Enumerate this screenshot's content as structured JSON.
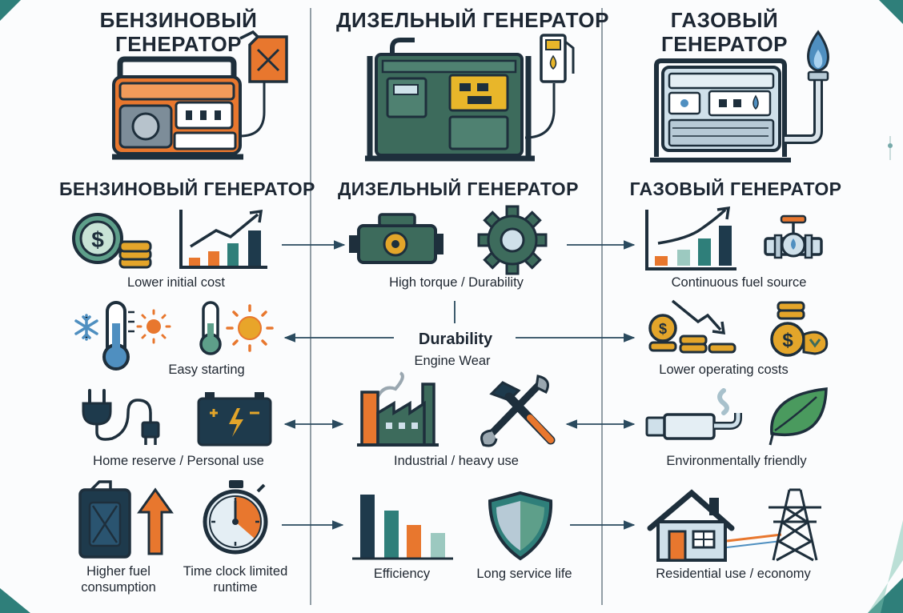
{
  "columns": {
    "petrol": {
      "header": "БЕНЗИНОВЫЙ ГЕНЕРАТОР",
      "header_line1": "БЕНЗИНОВЫЙ",
      "header_line2": "ГЕНЕРАТОР",
      "subheader": "БЕНЗИНОВЫЙ ГЕНЕРАТОР",
      "features": {
        "initial_cost": "Lower initial cost",
        "starting": "Easy starting",
        "home_use": "Home reserve / Personal use",
        "fuel_consumption": "Higher fuel consumption",
        "runtime": "Time clock limited runtime"
      }
    },
    "diesel": {
      "header": "ДИЗЕЛЬНЫЙ ГЕНЕРАТОР",
      "subheader": "ДИЗЕЛЬНЫЙ ГЕНЕРАТОР",
      "features": {
        "torque": "High torque / Durability",
        "durability": "Durability",
        "engine_wear": "Engine Wear",
        "industrial": "Industrial / heavy use",
        "efficiency": "Efficiency",
        "service_life": "Long service life"
      }
    },
    "gas": {
      "header_line1": "ГАЗОВЫЙ",
      "header_line2": "ГЕНЕРАТОР",
      "subheader": "ГАЗОВЫЙ ГЕНЕРАТОР",
      "features": {
        "fuel_source": "Continuous fuel source",
        "operating_costs": "Lower operating costs",
        "eco": "Environmentally friendly",
        "residential": "Residential use / economy"
      }
    }
  },
  "colors": {
    "orange": "#e8772e",
    "teal": "#2f7f7a",
    "navy": "#1e3a4c",
    "dark_green": "#3d6b5c",
    "yellow": "#e8b62a",
    "blue": "#4f8fc0",
    "arrow": "#2a4a5e",
    "gold": "#e3a52a"
  },
  "icons": [
    "petrol-generator-icon",
    "fuel-canister-icon",
    "diesel-generator-icon",
    "fuel-pump-icon",
    "gas-generator-icon",
    "gas-flame-icon",
    "dollar-coins-icon",
    "rising-bar-chart-icon",
    "engine-icon",
    "gear-icon",
    "bar-chart-icon",
    "gas-valve-icon",
    "snowflake-icon",
    "thermometer-icon",
    "sun-icon",
    "falling-cost-icon",
    "dollar-bag-icon",
    "plug-icon",
    "battery-icon",
    "factory-icon",
    "tools-icon",
    "exhaust-pipe-icon",
    "leaf-icon",
    "fuel-can-icon",
    "up-arrow-icon",
    "stopwatch-icon",
    "efficiency-bars-icon",
    "shield-icon",
    "house-icon",
    "power-tower-icon"
  ]
}
